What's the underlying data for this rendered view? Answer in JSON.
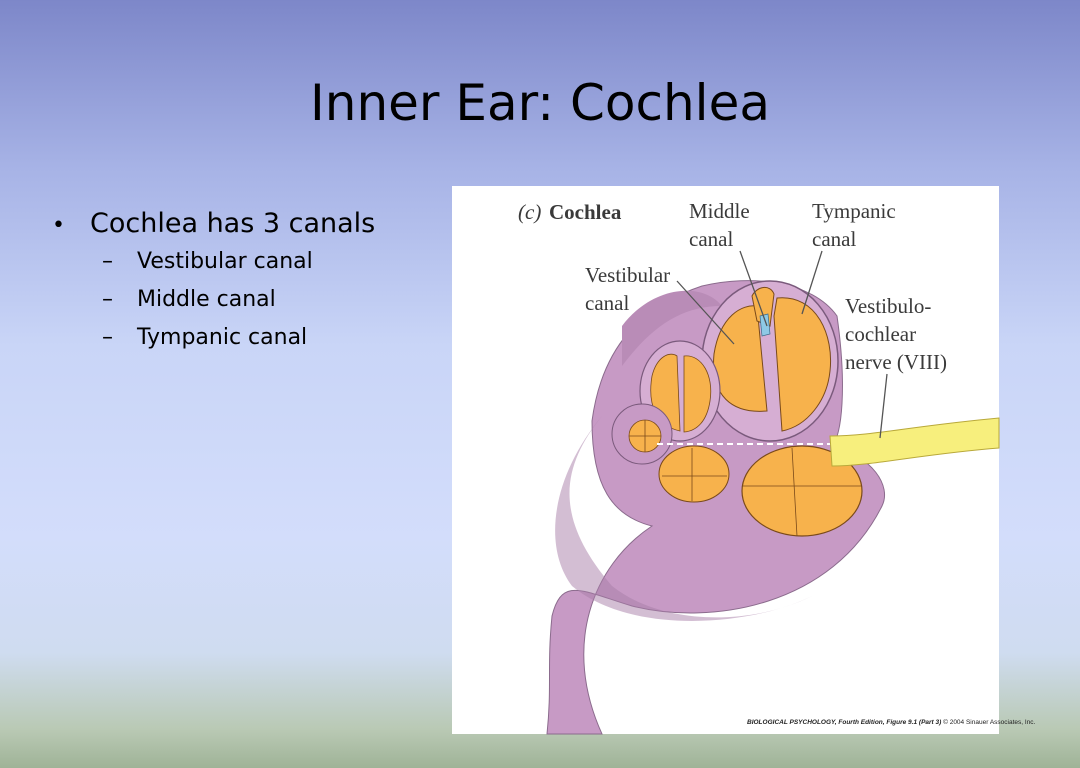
{
  "slide": {
    "title": "Inner Ear:  Cochlea",
    "bullets": {
      "main": "Cochlea has 3 canals",
      "sub": [
        "Vestibular canal",
        "Middle canal",
        "Tympanic canal"
      ]
    }
  },
  "figure": {
    "panel_label": "(c)",
    "panel_title": "Cochlea",
    "labels": {
      "middle_canal": [
        "Middle",
        "canal"
      ],
      "tympanic_canal": [
        "Tympanic",
        "canal"
      ],
      "vestibular_canal": [
        "Vestibular",
        "canal"
      ],
      "nerve": [
        "Vestibulo-",
        "cochlear",
        "nerve (VIII)"
      ]
    },
    "credit_bold": "BIOLOGICAL PSYCHOLOGY, Fourth Edition, Figure 9.1 (Part 3)",
    "credit_rest": " © 2004 Sinauer Associates, Inc."
  },
  "colors": {
    "orange": "#f7b24c",
    "purple": "#c89bc6",
    "nerve": "#f7ef7d"
  }
}
